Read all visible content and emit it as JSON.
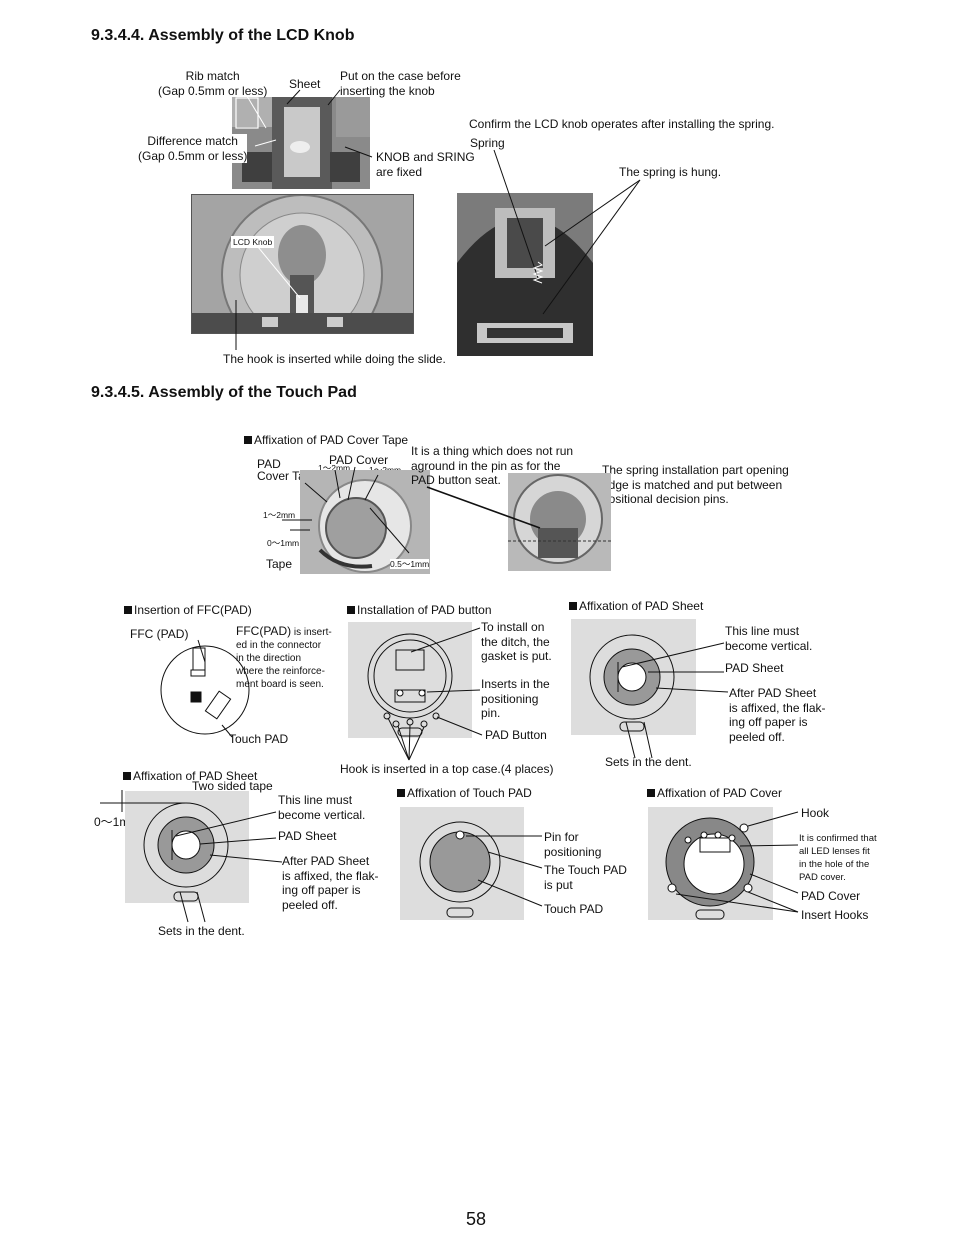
{
  "section_lcd": {
    "title": "9.3.4.4. Assembly of the LCD Knob",
    "rib_match": "Rib match\n(Gap 0.5mm or less)",
    "sheet": "Sheet",
    "put_on_case": "Put on the case before\ninserting the knob",
    "difference_match": "Difference match\n(Gap 0.5mm or less)",
    "knob_spring": "KNOB and SRING\nare fixed",
    "lcd_knob": "LCD Knob",
    "hook_slide": "The hook is inserted while doing the slide.",
    "confirm": "Confirm the LCD knob operates after installing the spring.",
    "spring": "Spring",
    "spring_hung": "The spring is hung."
  },
  "section_touch": {
    "title": "9.3.4.5. Assembly of the Touch Pad",
    "tape_title": "Affixation of PAD Cover Tape",
    "pad_cover_tape": "PAD\nCover Tape",
    "pad_cover": "PAD Cover",
    "dim_1_2mm": "1～2mm",
    "dim_1_2mm_b": "1～2mm",
    "dim_1_2mm_c": "1～2mm",
    "dim_0_1mm": "0～1mm",
    "dim_05_1mm": "0.5～1mm",
    "tape": "Tape",
    "not_run": "It is a thing which does not run\naground in the pin as for the\nPAD button seat.",
    "spring_opening": "The spring installation part opening\nedge is matched and put between\npositional decision pins.",
    "ffc_title": "Insertion of FFC(PAD)",
    "ffc_pad": "FFC (PAD)",
    "ffc_note_lead": "FFC(PAD)",
    "ffc_note": " is insert-\ned in the connector\nin the direction\nwhere the reinforce-\nment board is seen.",
    "touch_pad": "Touch PAD",
    "button_title": "Installation of PAD button",
    "ditch": "To install on\nthe ditch, the\ngasket is put.",
    "inserts_pin": "Inserts in the\npositioning\npin.",
    "pad_button": "PAD Button",
    "hook_top_case": "Hook is inserted in a top case.(4 places)",
    "sheet_title": "Affixation of PAD Sheet",
    "line_vertical": "This line must\nbecome vertical.",
    "pad_sheet": "PAD Sheet",
    "after_sheet": "After PAD Sheet\nis affixed, the flak-\ning off paper is\npeeled off.",
    "sets_dent": "Sets in the dent.",
    "sheet2_title": "Affixation of PAD Sheet",
    "two_sided": "Two sided tape",
    "dim_0_1mm_b": "0～1mm",
    "line_vertical2": "This line must\nbecome vertical.",
    "pad_sheet2": "PAD Sheet",
    "after_sheet2": "After PAD Sheet\nis affixed, the flak-\ning off paper is\npeeled off.",
    "sets_dent2": "Sets in the dent.",
    "touchpad_title": "Affixation of Touch PAD",
    "pin_positioning": "Pin for\npositioning",
    "touch_pad_put": "The Touch PAD\nis put",
    "touch_pad2": "Touch PAD",
    "cover_title": "Affixation of PAD Cover",
    "hook": "Hook",
    "led_confirm": "It is confirmed that\nall LED lenses fit\nin the hole of the\nPAD cover.",
    "pad_cover2": "PAD Cover",
    "insert_hooks": "Insert Hooks"
  },
  "page_number": "58"
}
